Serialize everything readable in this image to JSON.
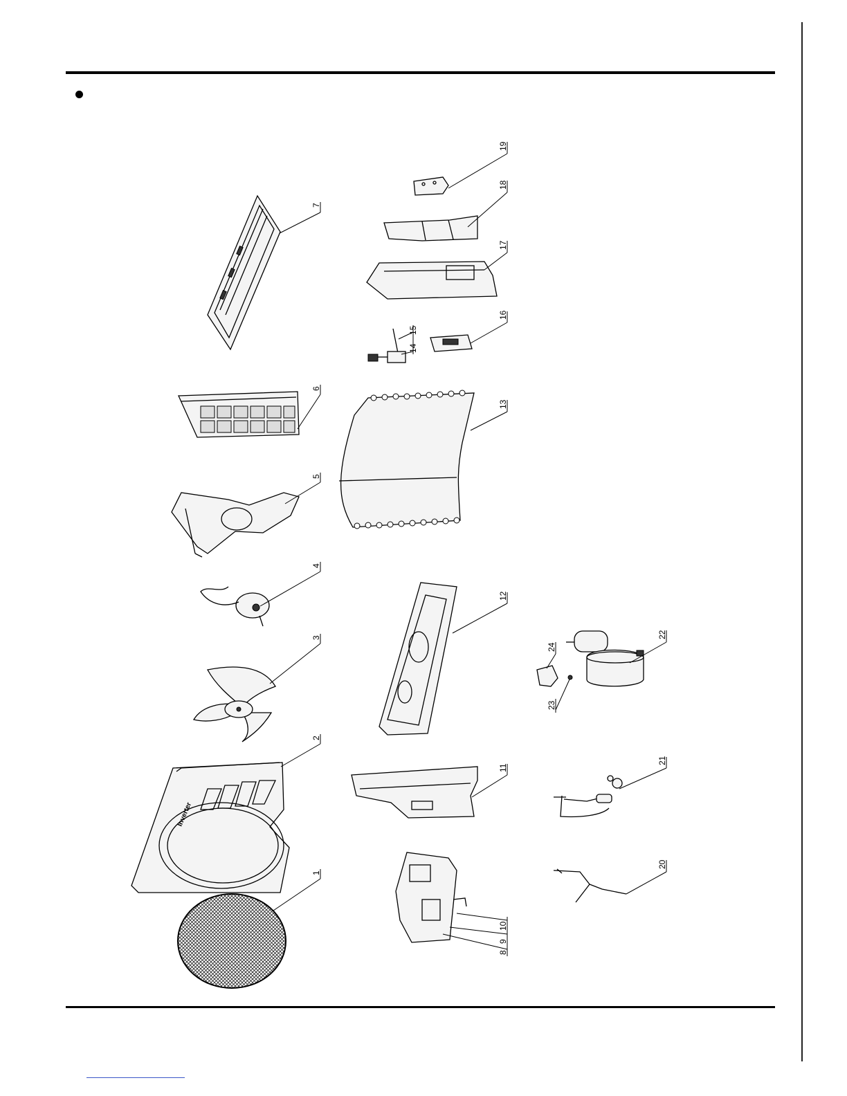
{
  "diagram": {
    "bullet": "",
    "callouts": [
      {
        "id": "1",
        "label": "1"
      },
      {
        "id": "2",
        "label": "2"
      },
      {
        "id": "3",
        "label": "3"
      },
      {
        "id": "4",
        "label": "4"
      },
      {
        "id": "5",
        "label": "5"
      },
      {
        "id": "6",
        "label": "6"
      },
      {
        "id": "7",
        "label": "7"
      },
      {
        "id": "8",
        "label": "8"
      },
      {
        "id": "9",
        "label": "9"
      },
      {
        "id": "10",
        "label": "10"
      },
      {
        "id": "11",
        "label": "11"
      },
      {
        "id": "12",
        "label": "12"
      },
      {
        "id": "13",
        "label": "13"
      },
      {
        "id": "14",
        "label": "14"
      },
      {
        "id": "15",
        "label": "15"
      },
      {
        "id": "16",
        "label": "16"
      },
      {
        "id": "17",
        "label": "17"
      },
      {
        "id": "18",
        "label": "18"
      },
      {
        "id": "19",
        "label": "19"
      },
      {
        "id": "20",
        "label": "20"
      },
      {
        "id": "21",
        "label": "21"
      },
      {
        "id": "22",
        "label": "22"
      },
      {
        "id": "23",
        "label": "23"
      },
      {
        "id": "24",
        "label": "24"
      }
    ],
    "brand_mark": "Inverter"
  }
}
